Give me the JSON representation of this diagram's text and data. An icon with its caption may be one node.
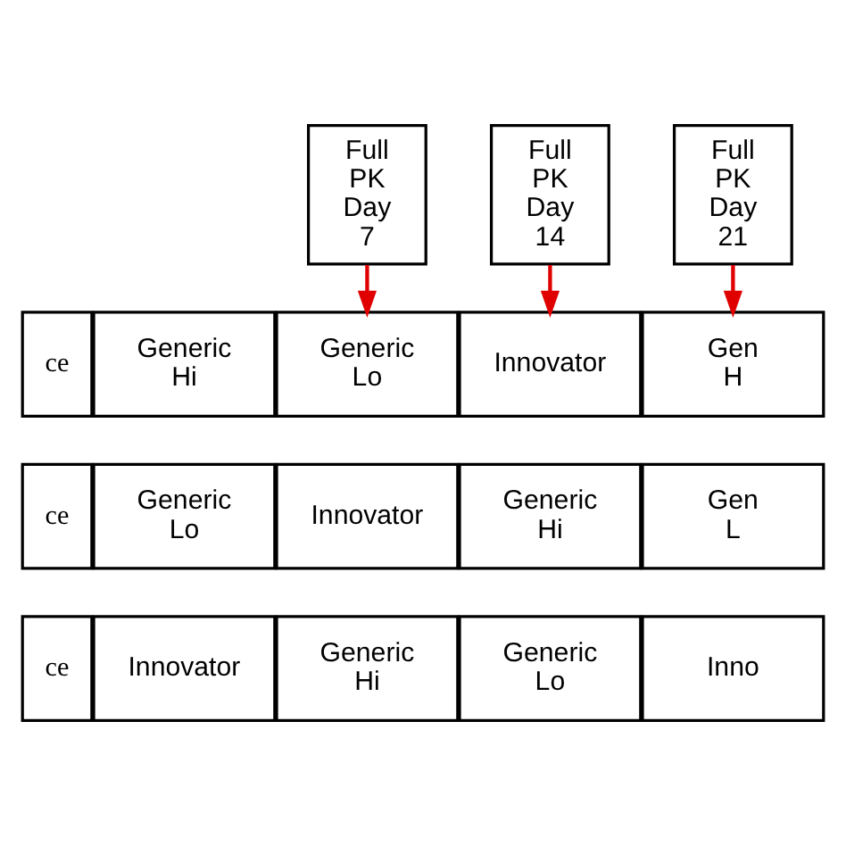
{
  "diagram": {
    "nodes": [
      {
        "text": [
          "Full PK Day 7"
        ]
      },
      {
        "text": [
          "Full PK Day 14"
        ]
      },
      {
        "text": [
          "Full PK Day 21"
        ]
      },
      {
        "text": [
          "ce"
        ]
      },
      {
        "text": [
          "Generic Hi"
        ]
      },
      {
        "text": [
          "Generic Lo"
        ]
      },
      {
        "text": [
          "Innovator"
        ]
      },
      {
        "text": [
          "Gen H"
        ]
      },
      {
        "text": [
          "ce"
        ]
      },
      {
        "text": [
          "Generic Lo"
        ]
      },
      {
        "text": [
          "Innovator"
        ]
      },
      {
        "text": [
          "Generic Hi"
        ]
      },
      {
        "text": [
          "Gen L"
        ]
      },
      {
        "text": [
          "ce"
        ]
      },
      {
        "text": [
          "Innovator"
        ]
      },
      {
        "text": [
          "Generic Hi"
        ]
      },
      {
        "text": [
          "Generic Lo"
        ]
      },
      {
        "text": [
          "Inno"
        ]
      }
    ],
    "edges": [
      {
        "from": 0,
        "to": 5,
        "arrow": "to",
        "color": "#e00000"
      },
      {
        "from": 1,
        "to": 6,
        "arrow": "to",
        "color": "#e00000"
      },
      {
        "from": 2,
        "to": 7,
        "arrow": "to",
        "color": "#e00000"
      }
    ]
  }
}
